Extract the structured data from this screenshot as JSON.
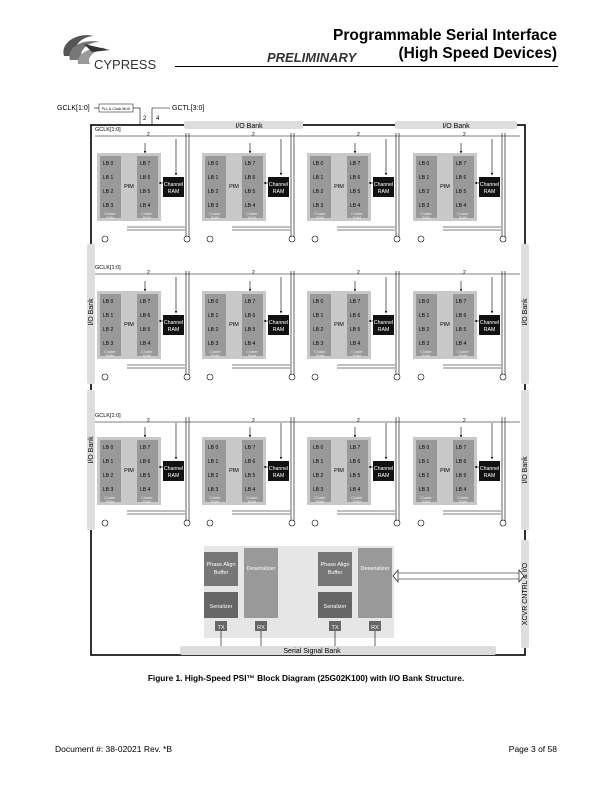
{
  "header": {
    "company": "CYPRESS",
    "title_line1": "Programmable Serial Interface",
    "title_line2": "(High Speed Devices)",
    "status": "PRELIMINARY"
  },
  "diagram": {
    "gclk_in": "GCLK[1:0]",
    "pll_label": "PLL & Clock MUX",
    "gctl": "GCTL[3:0]",
    "bus2": "2",
    "bus4": "4",
    "gclk_row": "GCLK[1:0]",
    "io_bank": "I/O Bank",
    "lb_left": [
      "LB 0",
      "LB 1",
      "LB 2",
      "LB 3"
    ],
    "lb_right": [
      "LB 7",
      "LB 6",
      "LB 5",
      "LB 4"
    ],
    "pim": "PIM",
    "cluster_ram": [
      "Cluster",
      "RAM"
    ],
    "channel_ram": [
      "Channel",
      "RAM"
    ],
    "phase_align": [
      "Phase Align",
      "Buffer"
    ],
    "deserializer": "Deserializer",
    "serializer": "Serializer",
    "tx": "TX",
    "rx": "RX",
    "xcvr": "XCVR CNTRL & I/O",
    "serial_bank": "Serial Signal Bank"
  },
  "caption": "Figure 1. High-Speed PSI™ Block Diagram (25G02K100) with I/O Bank Structure.",
  "footer": {
    "document": "Document #: 38-02021  Rev. *B",
    "page": "Page 3 of 58"
  }
}
